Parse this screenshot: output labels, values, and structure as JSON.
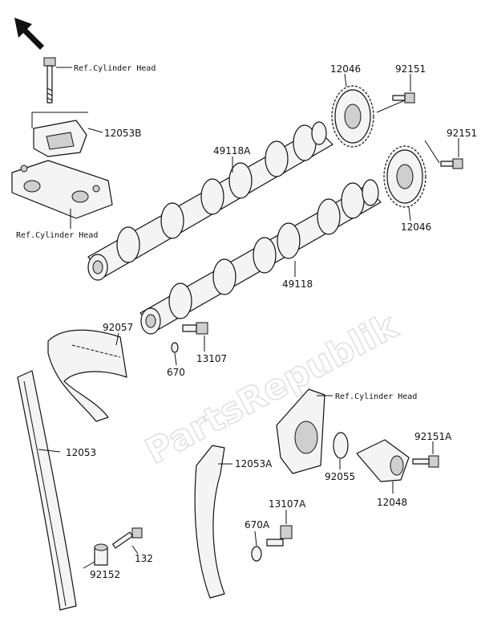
{
  "watermark": "PartsRepublik",
  "refs": {
    "ref_head_1": "Ref.Cylinder Head",
    "ref_head_2": "Ref.Cylinder Head",
    "ref_head_3": "Ref.Cylinder Head"
  },
  "parts": {
    "p12046_top": "12046",
    "p92151_top": "92151",
    "p92151_right": "92151",
    "p12046_right": "12046",
    "p12053B": "12053B",
    "p49118A": "49118A",
    "p49118": "49118",
    "p92057": "92057",
    "p13107": "13107",
    "p670": "670",
    "p12053": "12053",
    "p92151A": "92151A",
    "p12053A": "12053A",
    "p92055": "92055",
    "p12048": "12048",
    "p13107A": "13107A",
    "p670A": "670A",
    "p132": "132",
    "p92152": "92152"
  }
}
